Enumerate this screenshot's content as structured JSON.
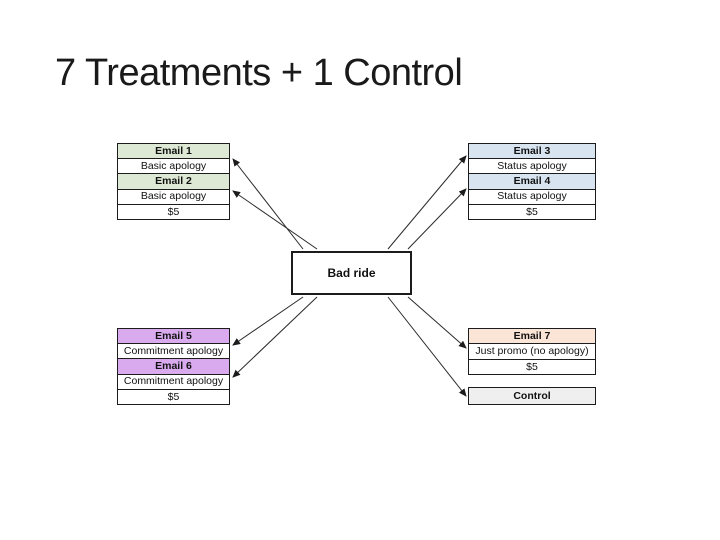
{
  "slide": {
    "title": "7 Treatments + 1 Control",
    "background_color": "#ffffff",
    "title_color": "#1a1a1a"
  },
  "diagram": {
    "center_node": {
      "label": "Bad ride"
    },
    "groups": [
      {
        "id": "emails-1-2",
        "header_color": "#dde9d4",
        "rows": [
          {
            "type": "header",
            "text": "Email 1"
          },
          {
            "type": "body",
            "text": "Basic apology"
          },
          {
            "type": "header",
            "text": "Email 2"
          },
          {
            "type": "body",
            "text": "Basic apology"
          },
          {
            "type": "body",
            "text": "$5"
          }
        ]
      },
      {
        "id": "emails-3-4",
        "header_color": "#d8e5f1",
        "rows": [
          {
            "type": "header",
            "text": "Email 3"
          },
          {
            "type": "body",
            "text": "Status apology"
          },
          {
            "type": "header",
            "text": "Email 4"
          },
          {
            "type": "body",
            "text": "Status apology"
          },
          {
            "type": "body",
            "text": "$5"
          }
        ]
      },
      {
        "id": "emails-5-6",
        "header_color": "#d9abee",
        "rows": [
          {
            "type": "header",
            "text": "Email 5"
          },
          {
            "type": "body",
            "text": "Commitment apology"
          },
          {
            "type": "header",
            "text": "Email 6"
          },
          {
            "type": "body",
            "text": "Commitment apology"
          },
          {
            "type": "body",
            "text": "$5"
          }
        ]
      },
      {
        "id": "email-7",
        "header_color": "#fbe5d6",
        "rows": [
          {
            "type": "header",
            "text": "Email 7"
          },
          {
            "type": "body",
            "text": "Just promo (no apology)"
          },
          {
            "type": "body",
            "text": "$5"
          }
        ]
      },
      {
        "id": "control",
        "header_color": "#efefef",
        "rows": [
          {
            "type": "header",
            "text": "Control"
          }
        ]
      }
    ],
    "connections": [
      {
        "from": "Bad ride",
        "to": "Email 1"
      },
      {
        "from": "Bad ride",
        "to": "Email 2"
      },
      {
        "from": "Bad ride",
        "to": "Email 3"
      },
      {
        "from": "Bad ride",
        "to": "Email 4"
      },
      {
        "from": "Bad ride",
        "to": "Email 5"
      },
      {
        "from": "Bad ride",
        "to": "Email 6"
      },
      {
        "from": "Bad ride",
        "to": "Email 7"
      },
      {
        "from": "Bad ride",
        "to": "Control"
      }
    ]
  }
}
